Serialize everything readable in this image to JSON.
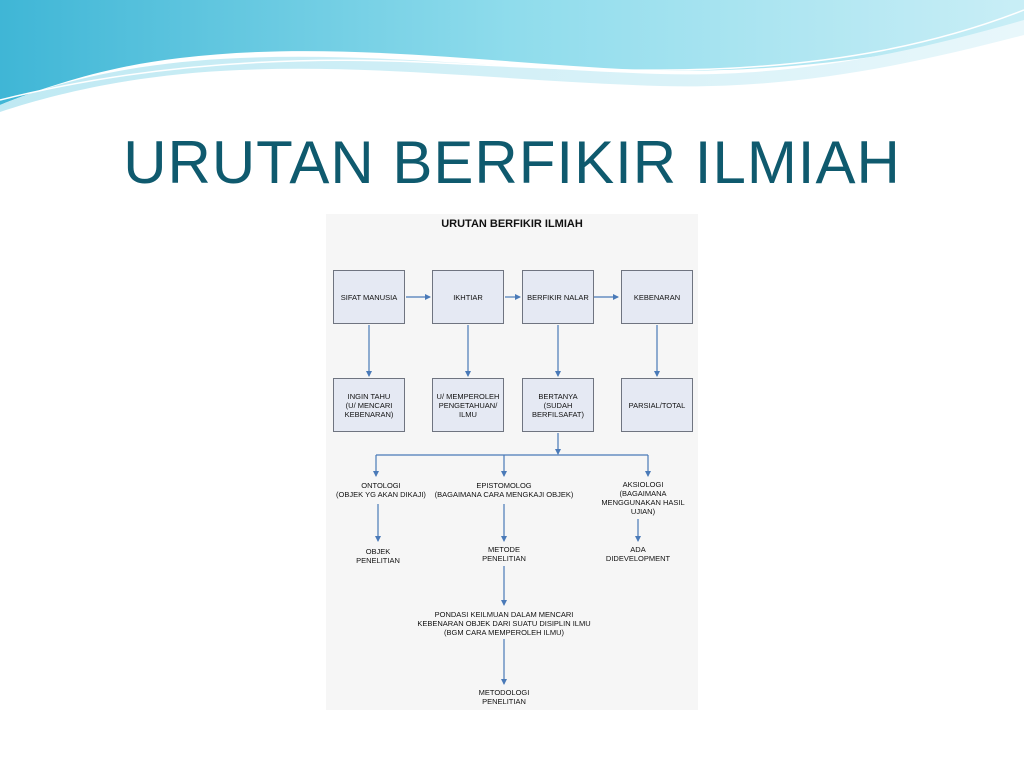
{
  "slide": {
    "title": "URUTAN BERFIKIR ILMIAH"
  },
  "diagram": {
    "title": "URUTAN BERFIKIR ILMIAH",
    "row1": [
      "SIFAT MANUSIA",
      "IKHTIAR",
      "BERFIKIR NALAR",
      "KEBENARAN"
    ],
    "row2": [
      "INGIN TAHU\n(U/ MENCARI\nKEBENARAN)",
      "U/ MEMPEROLEH\nPENGETAHUAN/\nILMU",
      "BERTANYA\n(SUDAH\nBERFILSAFAT)",
      "PARSIAL/TOTAL"
    ],
    "branches": {
      "ontologi": "ONTOLOGI\n(OBJEK YG AKAN DIKAJI)",
      "epistomolog": "EPISTOMOLOG\n(BAGAIMANA CARA MENGKAJI OBJEK)",
      "aksiologi": "AKSIOLOGI\n(BAGAIMANA\nMENGGUNAKAN HASIL\nUJIAN)"
    },
    "results": {
      "objek_penelitian": "OBJEK\nPENELITIAN",
      "metode_penelitian": "METODE\nPENELITIAN",
      "ada_didevelopment": "ADA\nDIDEVELOPMENT"
    },
    "pondasi": "PONDASI KEILMUAN DALAM MENCARI\nKEBENARAN OBJEK DARI SUATU DISIPLIN ILMU\n(BGM CARA MEMPEROLEH ILMU)",
    "metodologi": "METODOLOGI\nPENELITIAN"
  },
  "colors": {
    "title": "#0f5a6e",
    "arrow": "#4a7ab8",
    "box_fill": "#e5e9f3",
    "wave": "#5ec8e0"
  }
}
